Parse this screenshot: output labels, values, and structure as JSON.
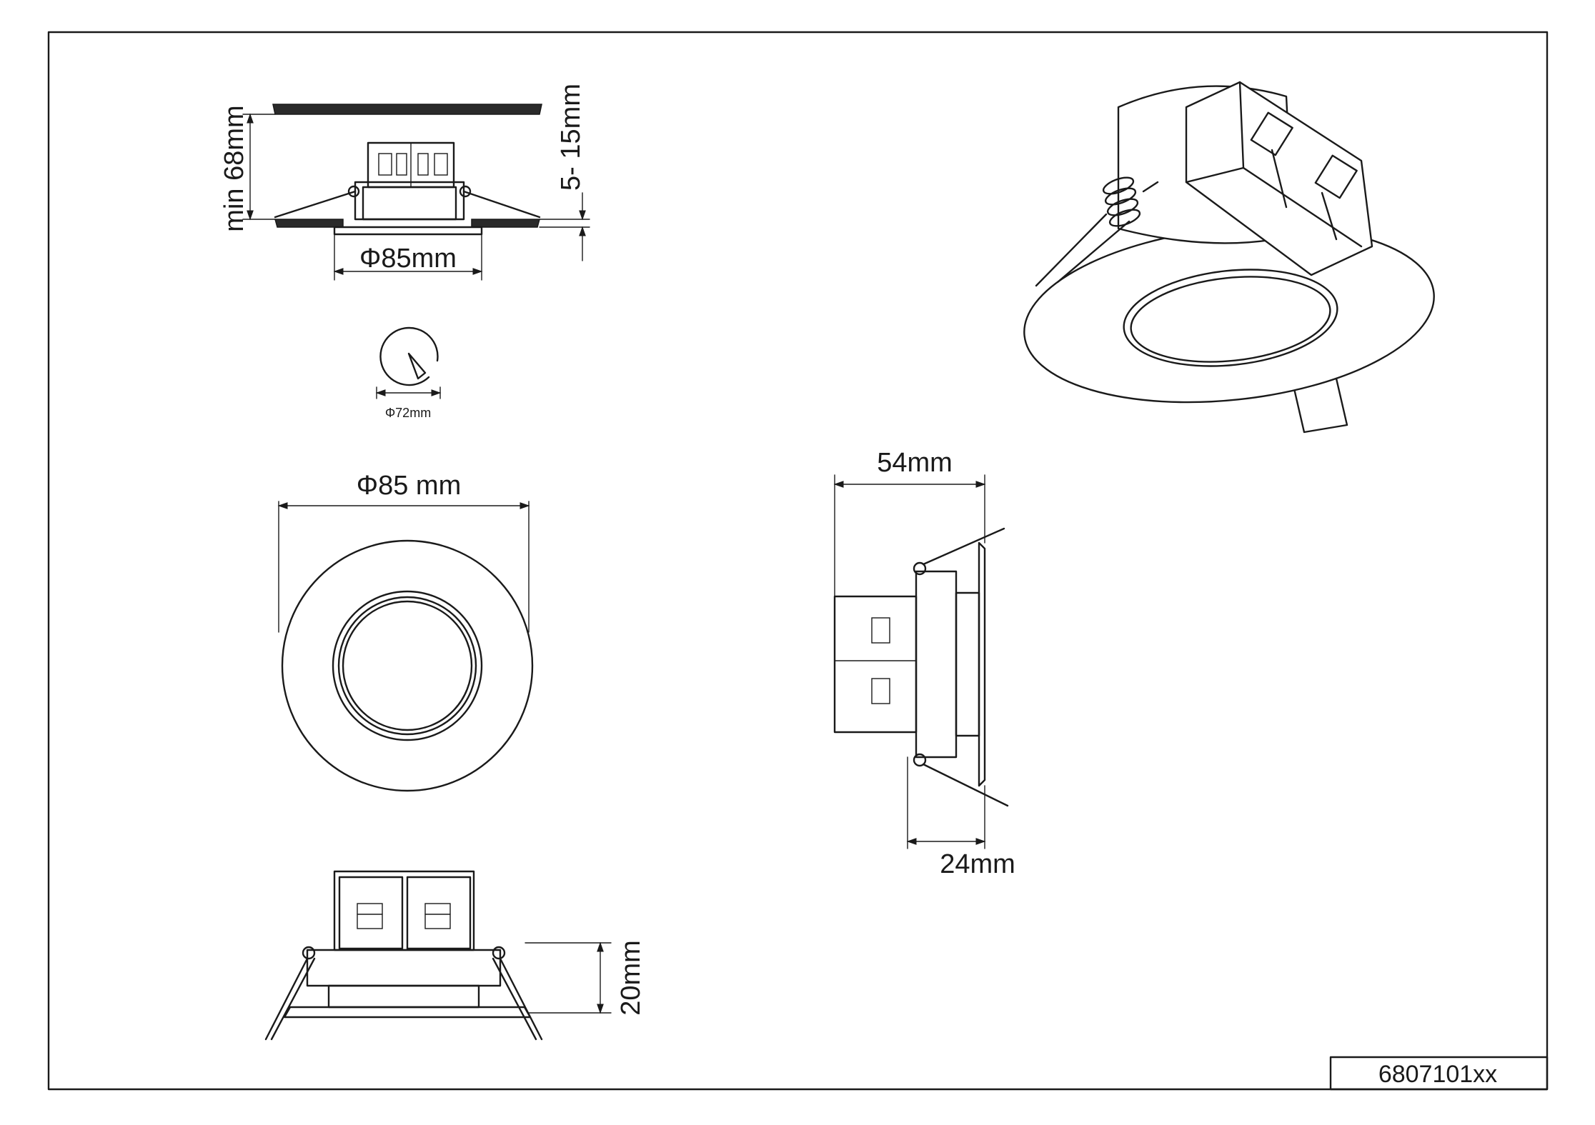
{
  "drawing": {
    "product_code": "6807101xx",
    "installation_view": {
      "min_depth_label": "min 68mm",
      "ceiling_thickness_label": "5- 15mm",
      "outer_diameter_label": "Φ85mm"
    },
    "cutout_view": {
      "cutout_diameter_label": "Φ72mm"
    },
    "front_view": {
      "diameter_label": "Φ85 mm"
    },
    "side_view": {
      "width_label": "54mm",
      "inner_width_label": "24mm"
    },
    "height_view": {
      "height_label": "20mm"
    }
  }
}
